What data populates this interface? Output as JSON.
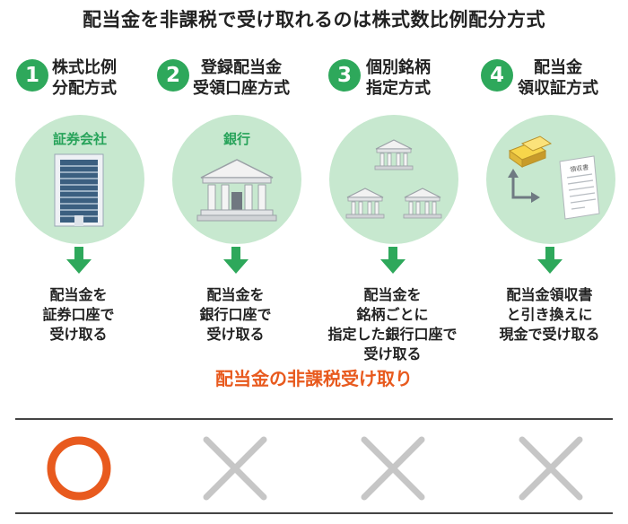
{
  "title": "配当金を非課税で受け取れるのは株式数比例配分方式",
  "colors": {
    "green": "#2ea85b",
    "circle_bg": "#c7e8cf",
    "orange": "#e85a1e",
    "cross": "#c6c6c6"
  },
  "methods": [
    {
      "number": "1",
      "name_line1": "株式比例",
      "name_line2": "分配方式",
      "circle_label": "証券会社",
      "icon": "securities-building-icon",
      "desc": [
        "配当金を",
        "証券口座で",
        "受け取る"
      ],
      "taxfree_mark": "circle"
    },
    {
      "number": "2",
      "name_line1": "登録配当金",
      "name_line2": "受領口座方式",
      "circle_label": "銀行",
      "icon": "bank-icon",
      "desc": [
        "配当金を",
        "銀行口座で",
        "受け取る"
      ],
      "taxfree_mark": "cross"
    },
    {
      "number": "3",
      "name_line1": "個別銘柄",
      "name_line2": "指定方式",
      "circle_label": "",
      "icon": "three-banks-icon",
      "desc": [
        "配当金を",
        "銘柄ごとに",
        "指定した銀行口座で",
        "受け取る"
      ],
      "taxfree_mark": "cross"
    },
    {
      "number": "4",
      "name_line1": "配当金",
      "name_line2": "領収証方式",
      "circle_label": "",
      "icon": "gold-receipt-exchange-icon",
      "desc": [
        "配当金領収書",
        "と引き換えに",
        "現金で受け取る"
      ],
      "taxfree_mark": "cross"
    }
  ],
  "receipt_text": "領収書",
  "subtitle": "配当金の非課税受け取り"
}
